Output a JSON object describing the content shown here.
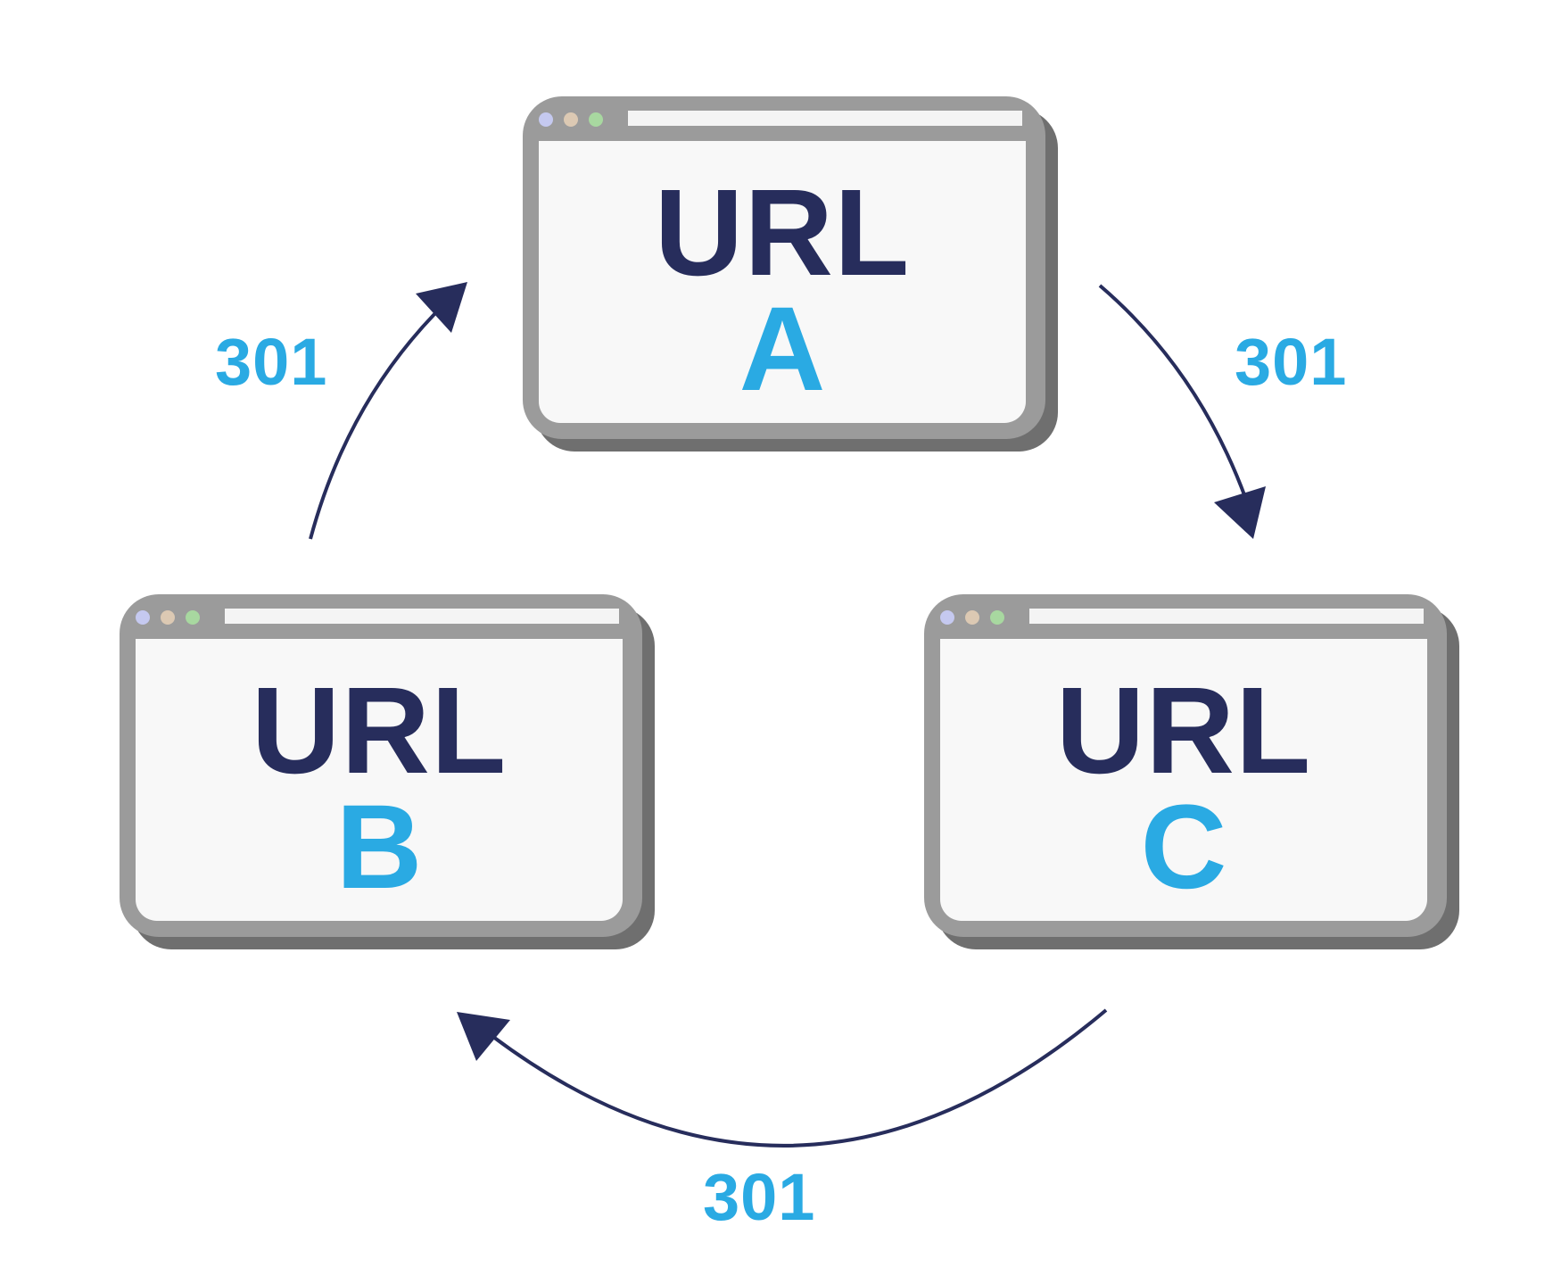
{
  "windows": [
    {
      "id": "a",
      "line1": "URL",
      "line2": "A"
    },
    {
      "id": "b",
      "line1": "URL",
      "line2": "B"
    },
    {
      "id": "c",
      "line1": "URL",
      "line2": "C"
    }
  ],
  "redirects": [
    {
      "from": "A",
      "to": "C",
      "code": "301"
    },
    {
      "from": "C",
      "to": "B",
      "code": "301"
    },
    {
      "from": "B",
      "to": "A",
      "code": "301"
    }
  ],
  "colors": {
    "url_text": "#272d5c",
    "letter_text": "#2aaae3",
    "code_text": "#2aaae3",
    "arrow": "#272d5c",
    "frame": "#9b9b9b",
    "frame_shadow": "#6f6f6f",
    "content_bg": "#f8f8f8",
    "dot_1": "#c5c9f0",
    "dot_2": "#dcc9b3",
    "dot_3": "#a8d8a0"
  }
}
